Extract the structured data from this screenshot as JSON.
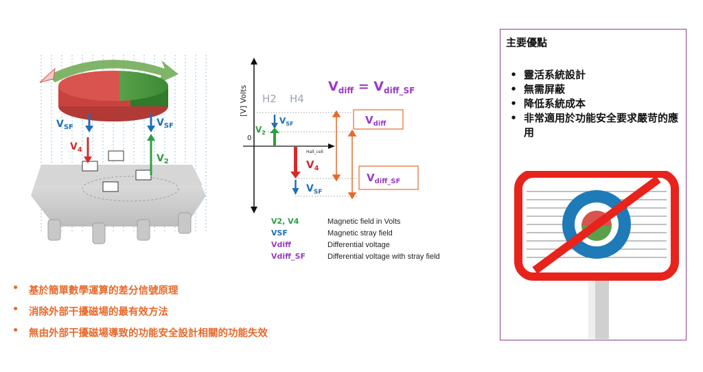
{
  "diagram": {
    "formula": {
      "v": "V",
      "sub1": "diff",
      "eq": " = V",
      "sub2": "diff_SF"
    },
    "axis_label": "[V] Volts",
    "zero_label": "0",
    "h2": "H2",
    "h4": "H4",
    "hall_label": "Hall_cell",
    "vsf_top": {
      "v": "V",
      "sub": "SF"
    },
    "v2": {
      "v": "V",
      "sub": "2"
    },
    "v4": {
      "v": "V",
      "sub": "4"
    },
    "vsf_bottom": {
      "v": "V",
      "sub": "SF"
    },
    "box_vdiff": {
      "v": "V",
      "sub": "diff"
    },
    "box_vdiffsf": {
      "v": "V",
      "sub": "diff_SF"
    }
  },
  "sensor": {
    "vsf_left": {
      "v": "V",
      "sub": "SF"
    },
    "vsf_right": {
      "v": "V",
      "sub": "SF"
    },
    "v4": {
      "v": "V",
      "sub": "4"
    },
    "v2": {
      "v": "V",
      "sub": "2"
    }
  },
  "legend": [
    {
      "sym": "V2, V4",
      "text": "Magnetic field in Volts",
      "color": "#2e9e3e"
    },
    {
      "sym": "VSF",
      "text": "Magnetic stray field",
      "color": "#1f6fb5"
    },
    {
      "sym": "Vdiff",
      "text": "Differential voltage",
      "color": "#9b3ac8"
    },
    {
      "sym": "Vdiff_SF",
      "text": "Differential voltage with stray field",
      "color": "#9b3ac8"
    }
  ],
  "bullets": [
    "基於簡單數學運算的差分信號原理",
    "消除外部干擾磁場的最有效方法",
    "無由外部干擾磁場導致的功能安全設計相關的功能失效"
  ],
  "panel": {
    "title": "主要優點",
    "items": [
      "靈活系統設計",
      "無需屏蔽",
      "降低系統成本",
      "非常適用於功能安全要求嚴苛的應用"
    ]
  },
  "colors": {
    "orange": "#e8692a",
    "purple": "#9b3ac8",
    "red": "#d62b2b",
    "green": "#2e9e3e",
    "blue": "#1f6fb5",
    "frame": "#8b3a8f"
  }
}
